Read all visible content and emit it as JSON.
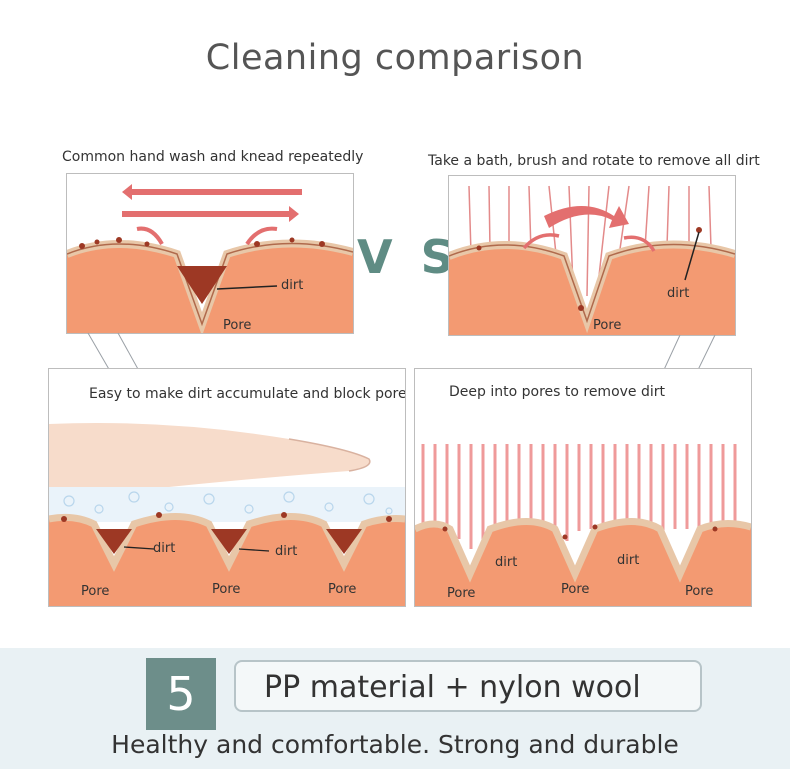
{
  "title": "Cleaning comparison",
  "vs": "V S",
  "panels": {
    "top_left_caption": "Common hand wash and knead repeatedly",
    "top_right_caption": "Take a bath, brush and rotate to remove all dirt",
    "bottom_left_caption": "Easy to make dirt accumulate and block pores",
    "bottom_right_caption": "Deep into pores to remove dirt"
  },
  "labels": {
    "dirt": "dirt",
    "pore": "Pore"
  },
  "footer": {
    "number": "5",
    "material": "PP material + nylon wool",
    "subtitle": "Healthy and comfortable. Strong and durable"
  }
}
